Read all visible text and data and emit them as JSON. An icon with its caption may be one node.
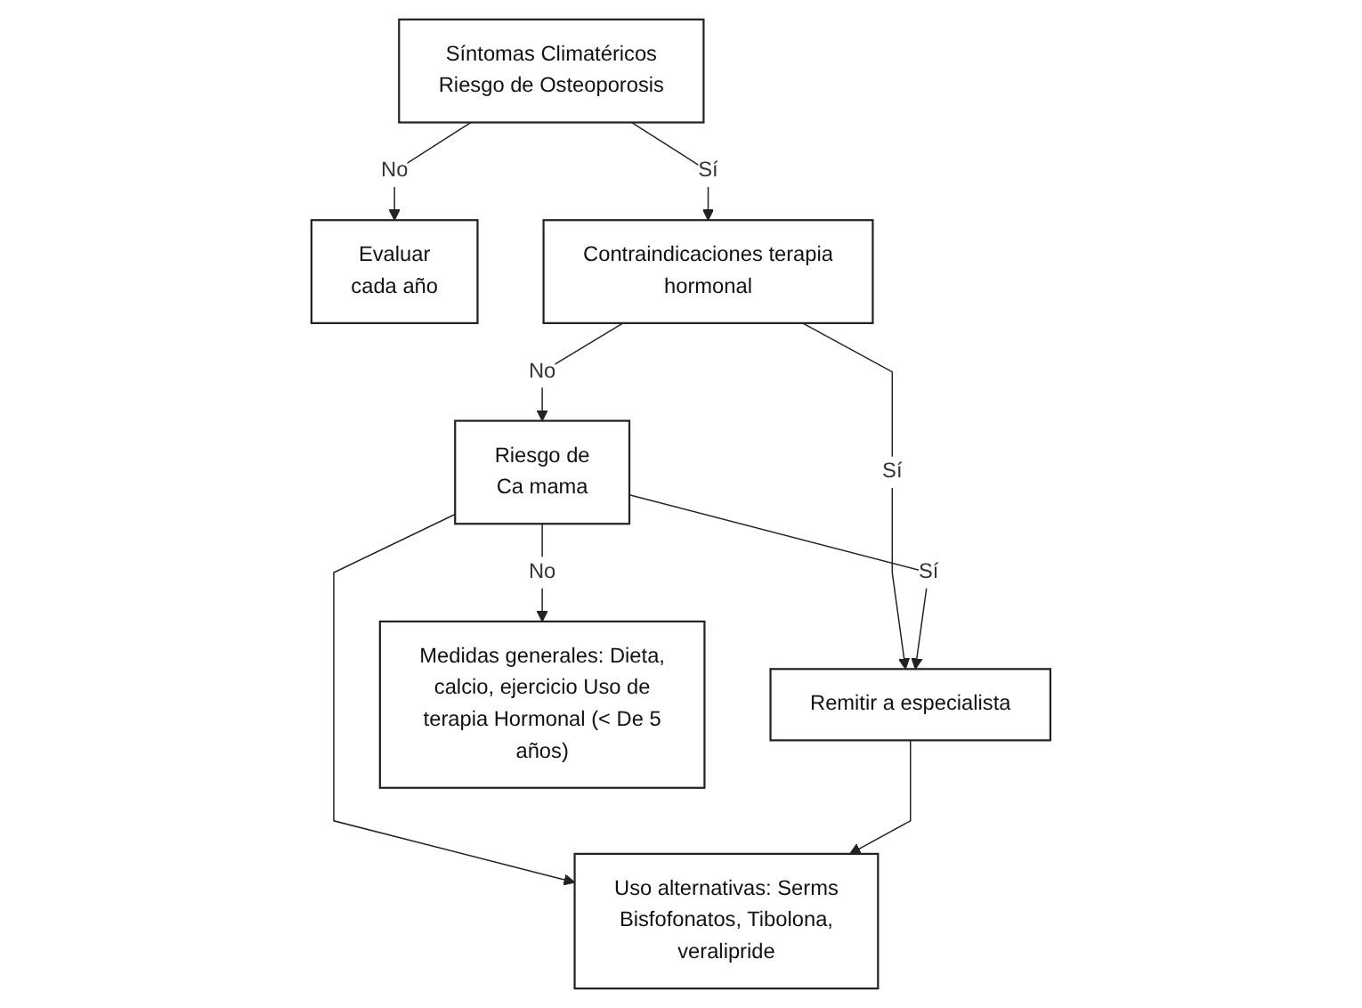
{
  "diagram": {
    "nodes": [
      {
        "text": [
          "Síntomas Climatéricos Riesgo de Osteoporosis"
        ]
      },
      {
        "text": [
          "Evaluar cada año"
        ]
      },
      {
        "text": [
          "Contraindicaciones terapia hormonal"
        ]
      },
      {
        "text": [
          "Riesgo de Ca mama"
        ]
      },
      {
        "text": [
          "Remitir a especialista"
        ]
      },
      {
        "text": [
          "Medidas generales: Dieta, calcio, ejercicio Uso de terapia Hormonal (< De 5 años)"
        ]
      },
      {
        "text": [
          "Uso alternativas: Serms Bisfofonatos, Tibolona, veralipride"
        ]
      }
    ],
    "edges": [
      {
        "from": 0,
        "to": 1,
        "arrow": "to",
        "label": "No"
      },
      {
        "from": 0,
        "to": 2,
        "arrow": "to",
        "label": "Sí"
      },
      {
        "from": 2,
        "to": 3,
        "arrow": "to",
        "label": "No"
      },
      {
        "from": 2,
        "to": 4,
        "arrow": "to",
        "label": "Sí"
      },
      {
        "from": 3,
        "to": 4,
        "arrow": "to",
        "label": "Sí"
      },
      {
        "from": 3,
        "to": 5,
        "arrow": "to",
        "label": "No"
      },
      {
        "from": 3,
        "to": 6,
        "arrow": "to"
      },
      {
        "from": 4,
        "to": 6,
        "arrow": "to"
      }
    ]
  }
}
